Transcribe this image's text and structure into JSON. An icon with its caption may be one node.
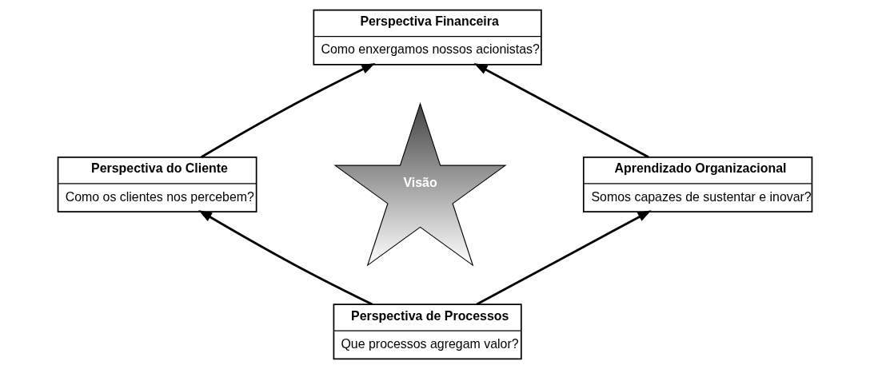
{
  "diagram": {
    "nodes": [
      {
        "text": [
          "Perspectiva Financeira",
          "Como enxergamos nossos acionistas?"
        ]
      },
      {
        "text": [
          "Perspectiva do Cliente",
          "Como os clientes nos percebem?"
        ]
      },
      {
        "text": [
          "Visão"
        ]
      },
      {
        "text": [
          "Aprendizado Organizacional",
          "Somos capazes de sustentar e inovar?"
        ]
      },
      {
        "text": [
          "Perspectiva de Processos",
          "Que processos agregam valor?"
        ]
      }
    ],
    "edges": [
      {
        "from": 1,
        "to": 0,
        "arrow": "to"
      },
      {
        "from": 3,
        "to": 0,
        "arrow": "to"
      },
      {
        "from": 4,
        "to": 1,
        "arrow": "to"
      },
      {
        "from": 4,
        "to": 3,
        "arrow": "to"
      }
    ]
  }
}
